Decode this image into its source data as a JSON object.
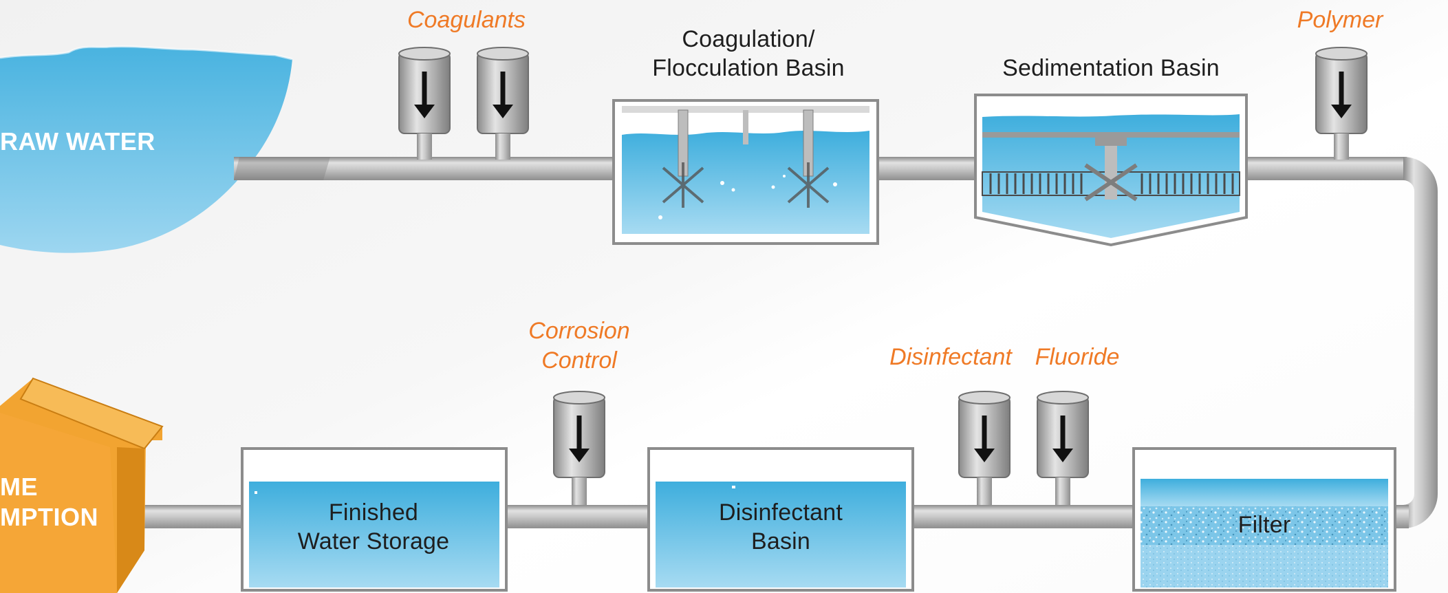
{
  "diagram": {
    "raw_water": "RAW WATER",
    "home_consumption": [
      "ME",
      "MPTION"
    ],
    "chemicals": {
      "coagulants": "Coagulants",
      "polymer": "Polymer",
      "corrosion_control": [
        "Corrosion",
        "Control"
      ],
      "disinfectant": "Disinfectant",
      "fluoride": "Fluoride"
    },
    "basins": {
      "coagulation": [
        "Coagulation/",
        "Flocculation Basin"
      ],
      "sedimentation": "Sedimentation Basin",
      "filter": "Filter",
      "disinfectant": [
        "Disinfectant",
        "Basin"
      ],
      "finished_storage": [
        "Finished",
        "Water Storage"
      ]
    },
    "colors": {
      "water": "#4fb6e2",
      "chemical_label": "#ef7a26",
      "pipe": "#b9b9b9",
      "house": "#f2a431"
    }
  }
}
